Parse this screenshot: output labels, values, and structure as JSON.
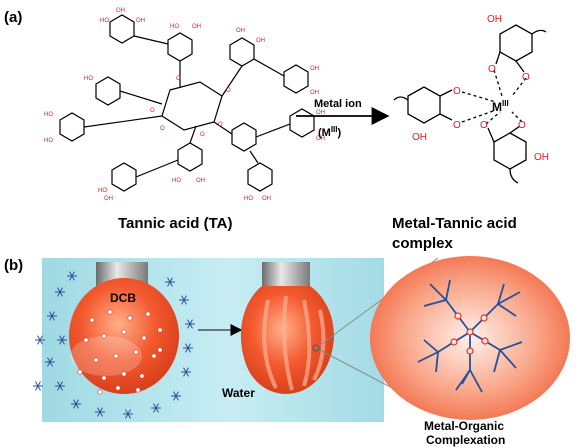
{
  "panel_a": {
    "label": "(a)",
    "left_caption": "Tannic acid (TA)",
    "arrow_top": "Metal ion",
    "arrow_bottom_prefix": "(M",
    "arrow_bottom_sup": "III",
    "arrow_bottom_suffix": ")",
    "right_caption_line1": "Metal-Tannic acid",
    "right_caption_line2": "complex",
    "metal_center": "M",
    "metal_sup": "III",
    "oh": "OH",
    "o": "O"
  },
  "panel_b": {
    "label": "(b)",
    "droplet_label": "DCB",
    "medium_label": "Water",
    "caption_line1": "Metal-Organic",
    "caption_line2": "Complexation"
  },
  "colors": {
    "water_bg": "#a9dde6",
    "droplet": "#f2552c",
    "network": "#2a4f9a",
    "node": "#e0361f",
    "chem_red": "#e31a1c"
  }
}
